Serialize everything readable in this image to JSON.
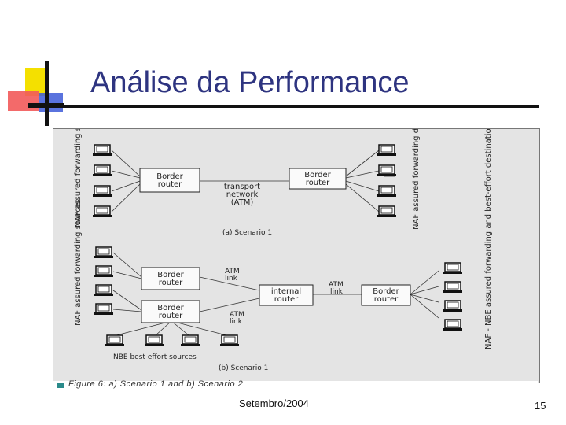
{
  "slide": {
    "title": "Análise da Performance",
    "footer_date": "Setembro/2004",
    "page_number": "15"
  },
  "figure": {
    "caption": "Figure 6: a) Scenario 1 and b) Scenario 2",
    "scenario_a": {
      "label": "(a) Scenario 1",
      "left_router": "Border router",
      "right_router": "Border router",
      "transport": [
        "transport",
        "network",
        "(ATM)"
      ],
      "left_group": "NAF assured forwarding sources",
      "right_group": "NAF assured forwarding destinations"
    },
    "scenario_b": {
      "label": "(b) Scenario 1",
      "top_router": "Border router",
      "bottom_router": "Border router",
      "internal_router": "internal router",
      "right_router": "Border router",
      "atm_link": "ATM link",
      "best_effort": "NBE best effort sources",
      "left_group": "NAF assured forwarding sources",
      "right_group": "NAF - NBE assured forwarding and best-effort destinations"
    }
  }
}
